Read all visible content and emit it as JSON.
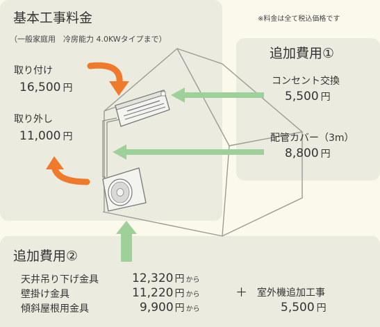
{
  "note": "※料金は全て税込価格です",
  "basic": {
    "title": "基本工事料金",
    "subtitle": "（一般家庭用　冷房能力 4.0KWタイプまで）",
    "install_label": "取り付け",
    "install_price": "16,500",
    "remove_label": "取り外し",
    "remove_price": "11,000",
    "yen": "円"
  },
  "additional1": {
    "title": "追加費用①",
    "outlet_label": "コンセント交換",
    "outlet_price": "5,500",
    "cover_label": "配管カバー（3m）",
    "cover_price": "8,800",
    "yen": "円"
  },
  "additional2": {
    "title": "追加費用②",
    "items": [
      {
        "label": "天井吊り下げ金具",
        "price": "12,320",
        "unit": "円",
        "suffix": "から"
      },
      {
        "label": "壁掛け金具",
        "price": "11,220",
        "unit": "円",
        "suffix": "から"
      },
      {
        "label": "傾斜屋根用金具",
        "price": "9,900",
        "unit": "円",
        "suffix": "から"
      }
    ],
    "plus": "＋",
    "extra_label": "室外機追加工事",
    "extra_price": "5,500",
    "yen": "円"
  },
  "colors": {
    "orange_arrow": "#f07a2c",
    "green_arrow": "#9ed09a",
    "panel": "#ecebdf",
    "background": "#fbf9ec"
  }
}
